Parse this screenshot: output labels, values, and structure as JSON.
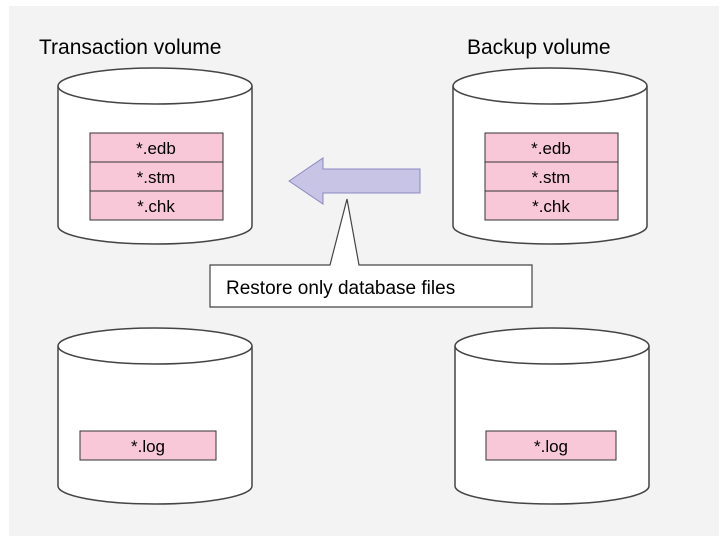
{
  "diagram": {
    "colors": {
      "background": "#f3f3f3",
      "cylinder_stroke": "#444444",
      "cylinder_fill": "#ffffff",
      "file_fill": "#f8c8d8",
      "file_stroke": "#333333",
      "arrow_fill": "#c7c4e6",
      "arrow_stroke": "#8d89c2"
    },
    "transaction_volume": {
      "title": "Transaction volume",
      "files": [
        "*.edb",
        "*.stm",
        "*.chk"
      ]
    },
    "backup_volume": {
      "title": "Backup volume",
      "files": [
        "*.edb",
        "*.stm",
        "*.chk"
      ]
    },
    "transaction_log_volume": {
      "files": [
        "*.log"
      ]
    },
    "backup_log_volume": {
      "files": [
        "*.log"
      ]
    },
    "restore_arrow": {
      "direction": "left"
    },
    "callout": {
      "text": "Restore only database files"
    }
  }
}
